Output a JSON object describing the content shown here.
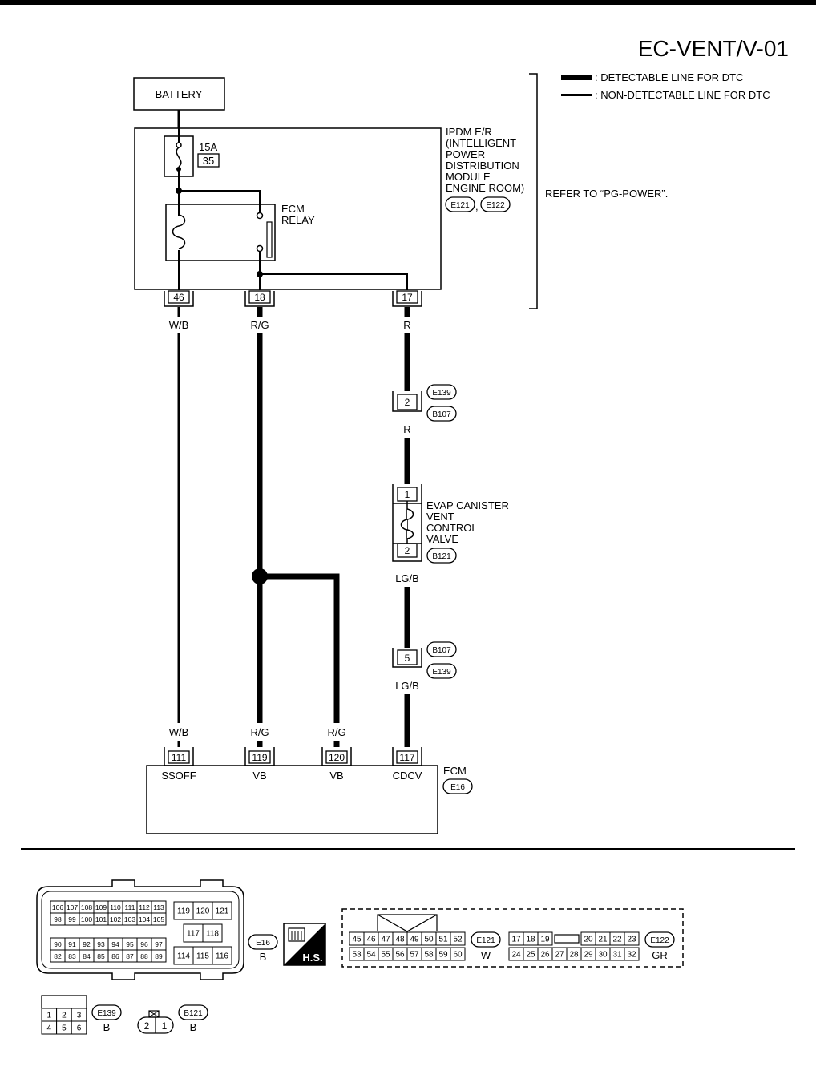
{
  "page": {
    "title": "EC-VENT/V-01"
  },
  "legend": {
    "detectable": ": DETECTABLE LINE FOR DTC",
    "non_detectable": ": NON-DETECTABLE LINE FOR DTC"
  },
  "battery": {
    "label": "BATTERY"
  },
  "fuse": {
    "rating": "15A",
    "number": "35"
  },
  "ipdm": {
    "lines": [
      "IPDM E/R",
      "(INTELLIGENT",
      "POWER",
      "DISTRIBUTION",
      "MODULE",
      "ENGINE ROOM)"
    ],
    "connectors": [
      "E121",
      "E122"
    ],
    "connector_separator": ",",
    "refer": "REFER TO “PG-POWER”."
  },
  "relay": {
    "lines": [
      "ECM",
      "RELAY"
    ]
  },
  "ipdm_pins": {
    "p46": "46",
    "p18": "18",
    "p17": "17"
  },
  "wires": {
    "w1": "W/B",
    "w2": "R/G",
    "w3": "R",
    "w3_lower": "R",
    "valve_out": "LG/B",
    "valve_out_lower": "LG/B",
    "ecm_wb": "W/B",
    "ecm_rg1": "R/G",
    "ecm_rg2": "R/G"
  },
  "jc1": {
    "pin": "2",
    "top_conn": "E139",
    "bottom_conn": "B107"
  },
  "valve": {
    "lines": [
      "EVAP CANISTER",
      "VENT",
      "CONTROL",
      "VALVE"
    ],
    "pin_top": "1",
    "pin_bottom": "2",
    "connector": "B121"
  },
  "jc2": {
    "pin": "5",
    "top_conn": "B107",
    "bottom_conn": "E139"
  },
  "ecm": {
    "label": "ECM",
    "connector": "E16",
    "pins": [
      "111",
      "119",
      "120",
      "117"
    ],
    "terminals": [
      "SSOFF",
      "VB",
      "VB",
      "CDCV"
    ]
  },
  "connectors_view": {
    "e16": {
      "row1": [
        "106",
        "107",
        "108",
        "109",
        "110",
        "111",
        "112",
        "113"
      ],
      "row2": [
        "98",
        "99",
        "100",
        "101",
        "102",
        "103",
        "104",
        "105"
      ],
      "row3": [
        "90",
        "91",
        "92",
        "93",
        "94",
        "95",
        "96",
        "97"
      ],
      "row4": [
        "82",
        "83",
        "84",
        "85",
        "86",
        "87",
        "88",
        "89"
      ],
      "right_top": [
        "119",
        "120",
        "121"
      ],
      "right_mid": [
        "117",
        "118"
      ],
      "right_bot": [
        "114",
        "115",
        "116"
      ],
      "id": "E16",
      "color": "B"
    },
    "hs": {
      "label": "H.S."
    },
    "e121": {
      "row1": [
        "45",
        "46",
        "47",
        "48",
        "49",
        "50",
        "51",
        "52"
      ],
      "row2": [
        "53",
        "54",
        "55",
        "56",
        "57",
        "58",
        "59",
        "60"
      ],
      "id": "E121",
      "color": "W"
    },
    "e122": {
      "row1": [
        "17",
        "18",
        "19",
        "20",
        "21",
        "22",
        "23"
      ],
      "row2": [
        "24",
        "25",
        "26",
        "27",
        "28",
        "29",
        "30",
        "31",
        "32"
      ],
      "id": "E122",
      "color": "GR"
    },
    "e139": {
      "row1": [
        "1",
        "2",
        "3"
      ],
      "row2": [
        "4",
        "5",
        "6"
      ],
      "id": "E139",
      "color": "B"
    },
    "b121": {
      "pins": [
        "2",
        "1"
      ],
      "id": "B121",
      "color": "B"
    }
  }
}
